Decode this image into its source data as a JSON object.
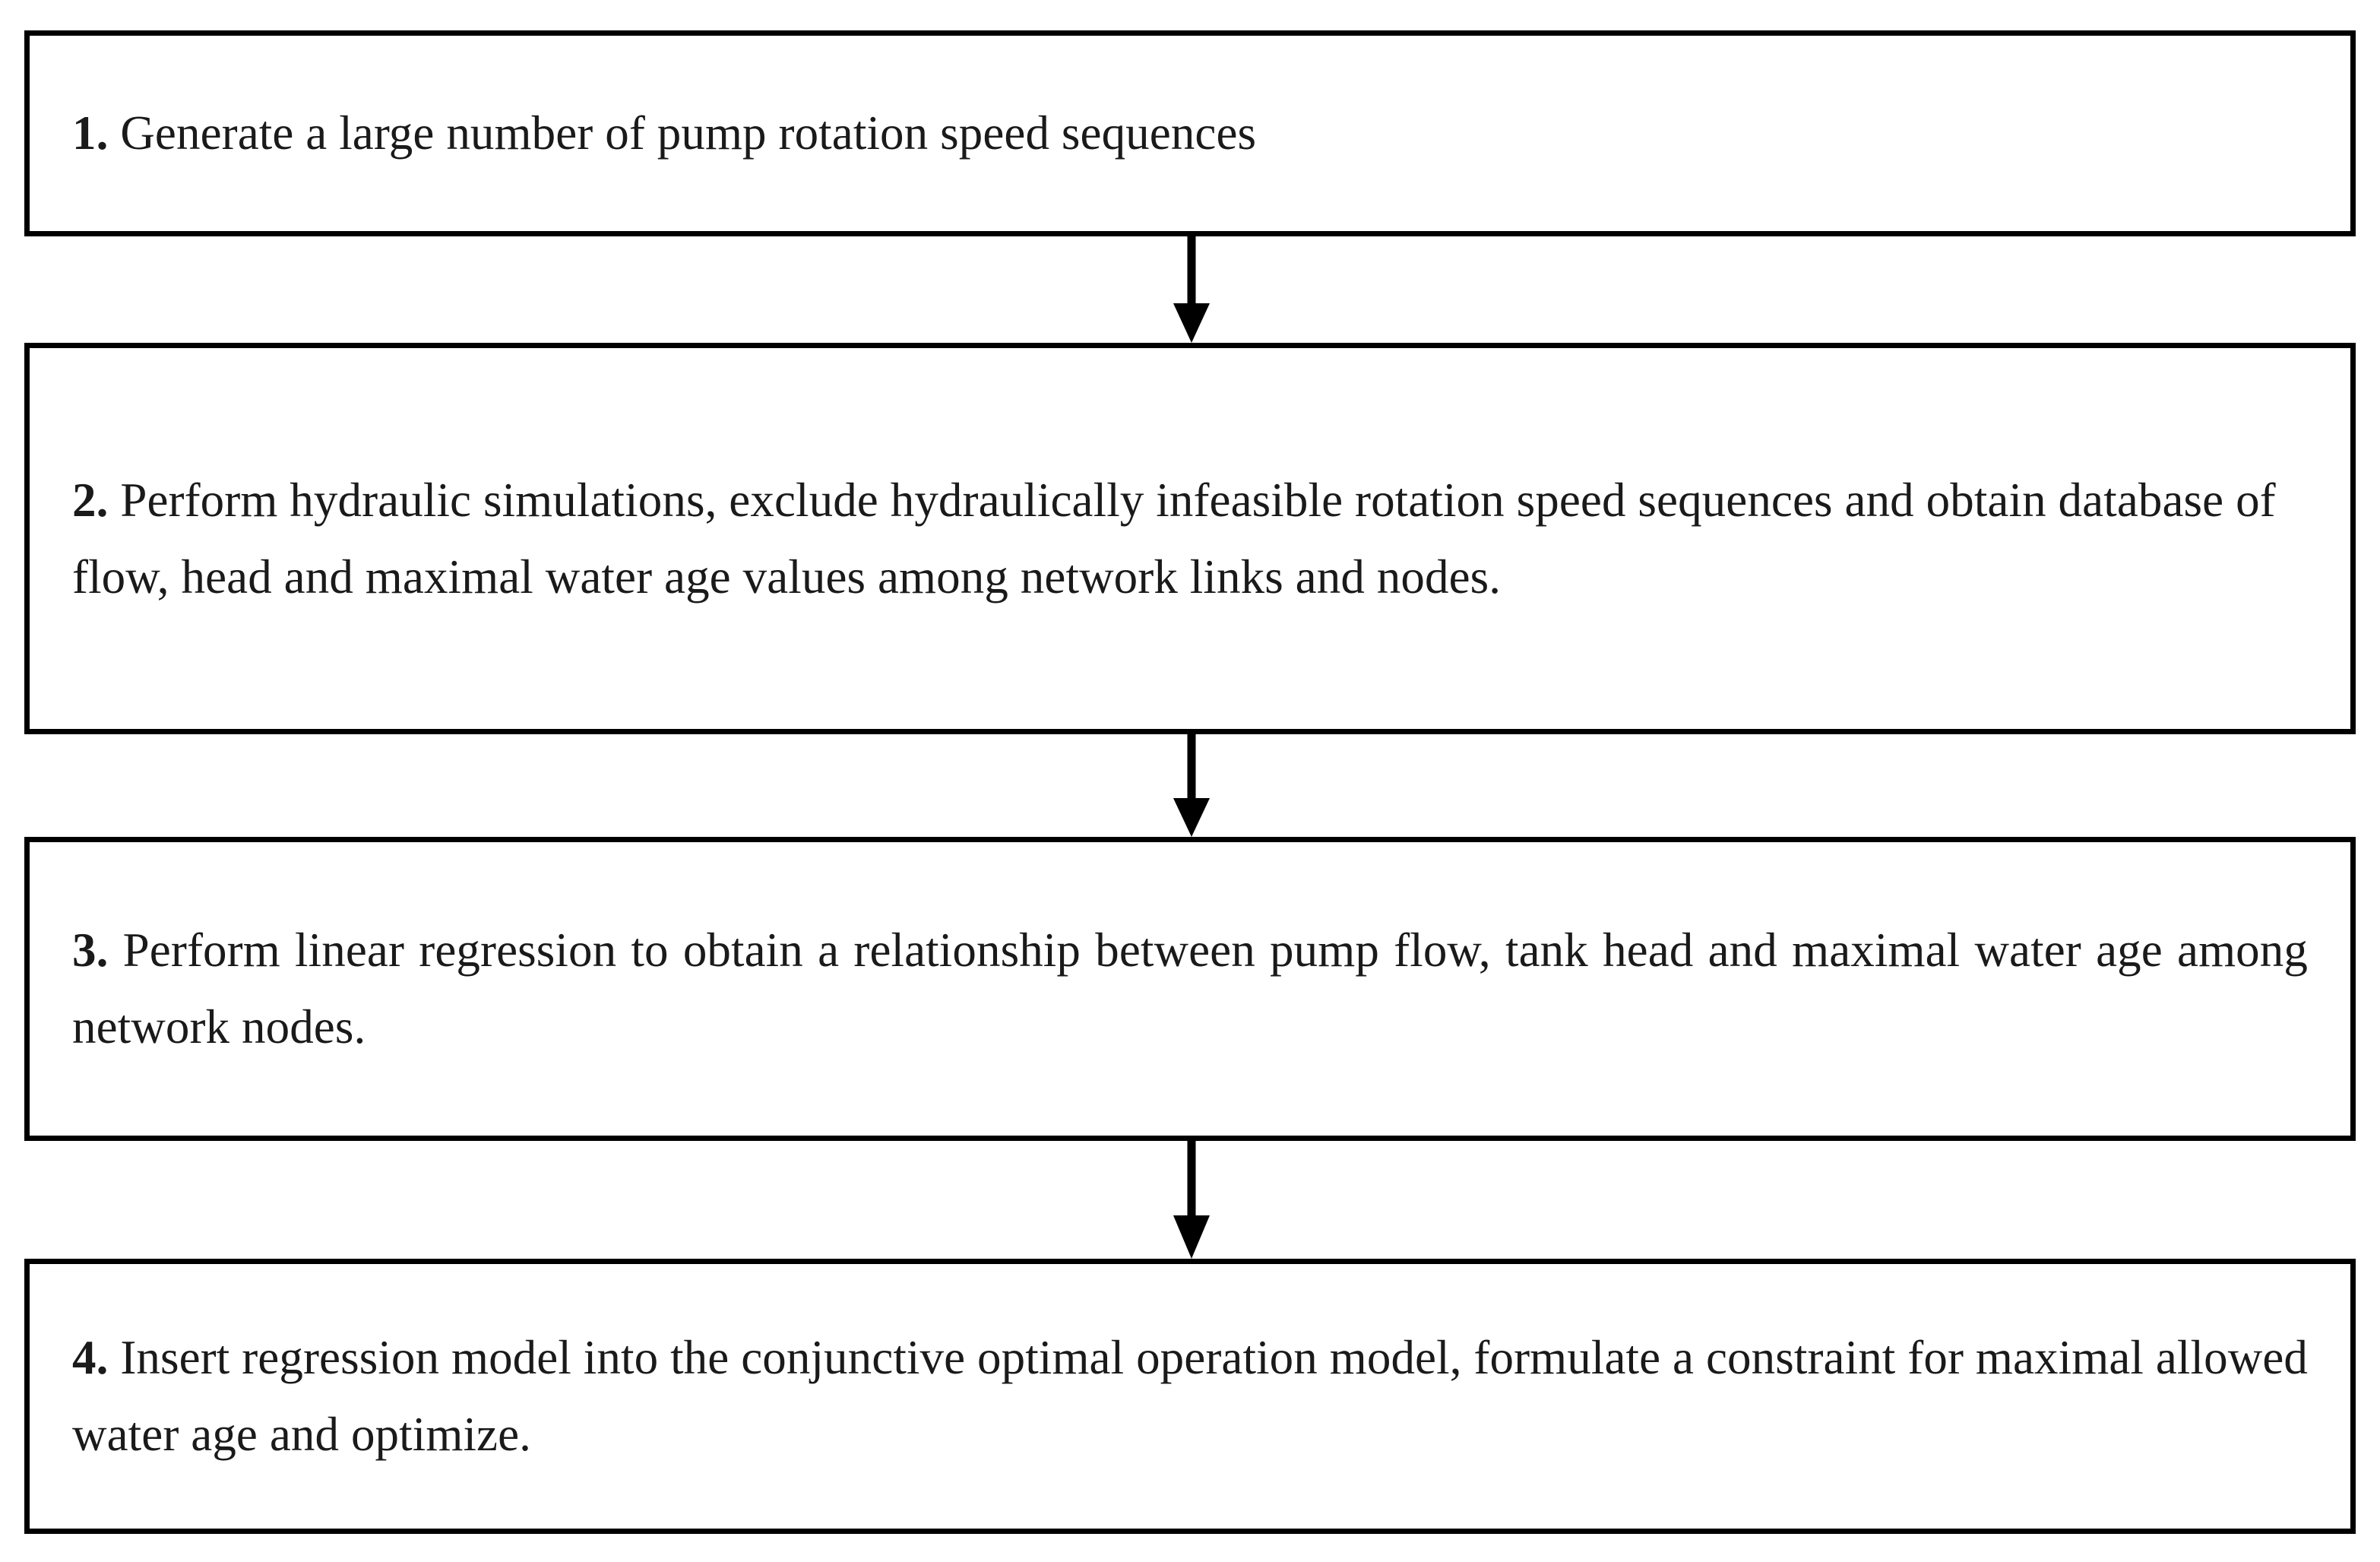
{
  "diagram": {
    "type": "vertical-flowchart",
    "title": "",
    "colors": {
      "box_border": "#000000",
      "box_fill": "#ffffff",
      "text": "#1a1a1a",
      "arrow": "#000000",
      "page_background": "#ffffff"
    },
    "steps": [
      {
        "id": "step-1",
        "number": "1.",
        "text": "Generate a large number of pump rotation speed sequences",
        "lines": 1
      },
      {
        "id": "step-2",
        "number": "2.",
        "text": "Perform hydraulic simulations, exclude hydraulically infeasible rotation speed sequences and obtain database of flow, head and maximal water age values among network links and nodes.",
        "lines": 3
      },
      {
        "id": "step-3",
        "number": "3.",
        "text": "Perform linear regression to obtain a relationship between pump flow, tank head and maximal water age among network nodes.",
        "lines": 2
      },
      {
        "id": "step-4",
        "number": "4.",
        "text": "Insert regression model into the conjunctive optimal operation model, formulate a constraint for maximal allowed water age and optimize.",
        "lines": 2
      }
    ],
    "connectors": [
      {
        "id": "connector-1",
        "from": "step-1",
        "to": "step-2",
        "direction": "down",
        "style": "solid-line-filled-arrowhead"
      },
      {
        "id": "connector-2",
        "from": "step-2",
        "to": "step-3",
        "direction": "down",
        "style": "solid-line-filled-arrowhead"
      },
      {
        "id": "connector-3",
        "from": "step-3",
        "to": "step-4",
        "direction": "down",
        "style": "solid-line-filled-arrowhead"
      }
    ]
  }
}
